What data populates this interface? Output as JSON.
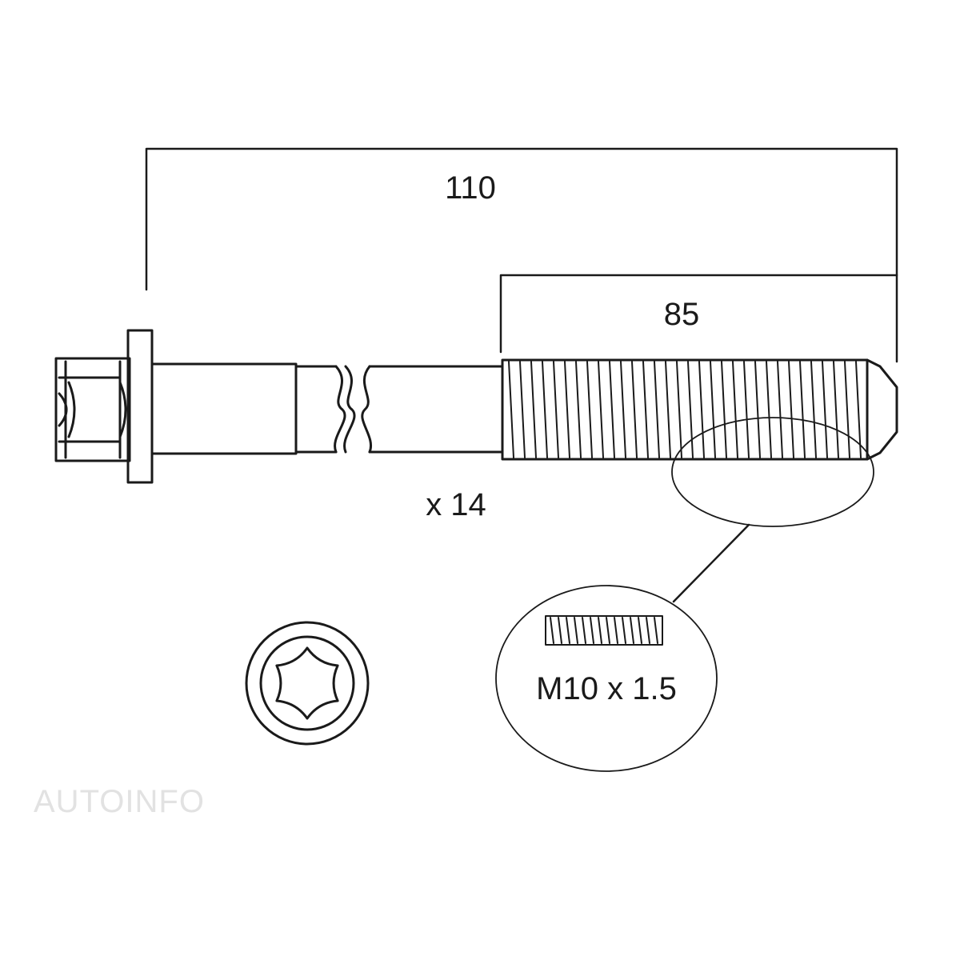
{
  "diagram": {
    "overall_length_label": "110",
    "thread_length_label": "85",
    "quantity_label": "x 14",
    "thread_spec_label": "M10 x 1.5",
    "head_drive": "torx-icon",
    "watermark_text": "AUTOINFO"
  },
  "colors": {
    "line": "#1a1a1a",
    "background": "#ffffff",
    "watermark": "#e2e2e2"
  }
}
